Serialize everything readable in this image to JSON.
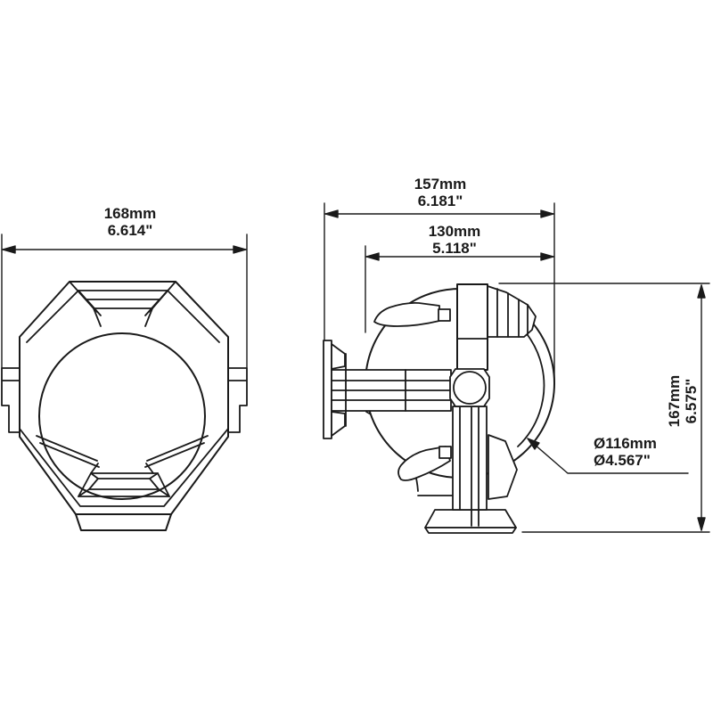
{
  "page": {
    "background": "#ffffff"
  },
  "drawing": {
    "line_color": "#1a1a1a",
    "text_color": "#1a1a1a",
    "views": {
      "front": "front-view",
      "side": "side-view"
    },
    "dimensions": {
      "front_width_mm": "168mm",
      "front_width_in": "6.614\"",
      "overall_depth_mm": "157mm",
      "overall_depth_in": "6.181\"",
      "body_depth_mm": "130mm",
      "body_depth_in": "5.118\"",
      "height_mm": "167mm",
      "height_in": "6.575\"",
      "dome_diameter_mm": "Ø116mm",
      "dome_diameter_in": "Ø4.567\""
    }
  }
}
